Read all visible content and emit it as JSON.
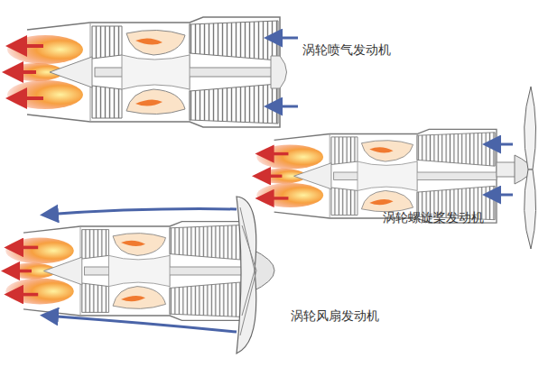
{
  "diagram": {
    "labels": [
      "涡轮喷气发动机",
      "涡轮螺旋桨发动机",
      "涡轮风扇发动机"
    ]
  }
}
